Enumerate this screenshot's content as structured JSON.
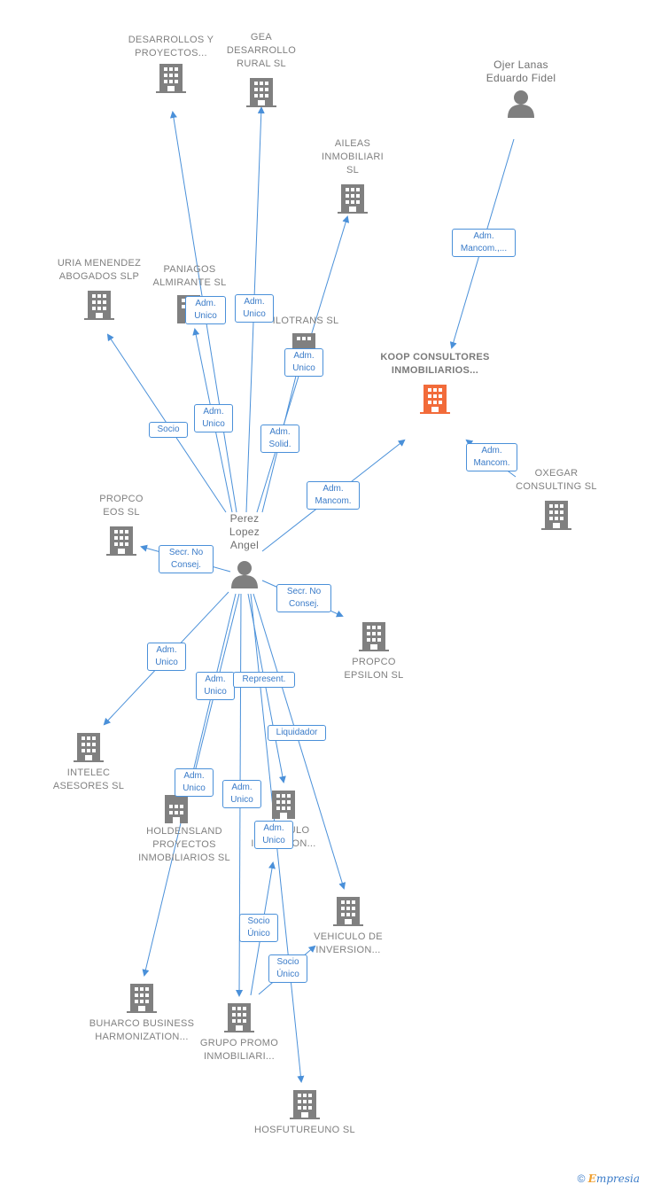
{
  "colors": {
    "edge": "#4a90d9",
    "building": "#808080",
    "highlight": "#f26b3a",
    "person": "#7f7f7f"
  },
  "nodes": {
    "desarrollos": "DESARROLLOS Y PROYECTOS...",
    "gea": "GEA DESARROLLO RURAL SL",
    "aileas": "AILEAS INMOBILIARI SL",
    "ojer": "Ojer Lanas Eduardo Fidel",
    "uria": "URIA MENENDEZ ABOGADOS SLP",
    "paniagos": "PANIAGOS ALMIRANTE SL",
    "ilotrans": "ILOTRANS SL",
    "koop": "KOOP CONSULTORES INMOBILIARIOS...",
    "oxegar": "OXEGAR CONSULTING SL",
    "propco_eos": "PROPCO EOS SL",
    "perez": "Perez Lopez Angel",
    "propco_epsilon": "PROPCO EPSILON SL",
    "intelec": "INTELEC ASESORES SL",
    "holdensland": "HOLDENSLAND PROYECTOS INMOBILIARIOS SL",
    "vehiculo1": "VEHICULO INVERSION...",
    "vehiculo2": "VEHICULO DE INVERSION...",
    "buharco": "BUHARCO BUSINESS HARMONIZATION...",
    "grupo": "GRUPO PROMO INMOBILIARI...",
    "hosfuture": "HOSFUTUREUNO SL"
  },
  "badges": {
    "adm_mancom_ojer": "Adm. Mancom.,...",
    "adm_unico_paniagos": "Adm. Unico",
    "adm_unico_gea": "Adm. Unico",
    "adm_unico_ilotrans": "Adm. Unico",
    "socio_uria": "Socio",
    "adm_unico_desarrollos": "Adm. Unico",
    "adm_solid_aileas": "Adm. Solid.",
    "adm_mancom_koop": "Adm. Mancom.",
    "adm_mancom_oxegar": "Adm. Mancom.",
    "secr_eos": "Secr. No Consej.",
    "secr_epsilon": "Secr. No Consej.",
    "adm_unico_intelec": "Adm. Unico",
    "adm_unico_buharco": "Adm. Unico",
    "represent": "Represent.",
    "liquidador": "Liquidador",
    "adm_unico_holdensland": "Adm. Unico",
    "adm_unico_grupo": "Adm. Unico",
    "adm_unico_vehiculo1": "Adm. Unico",
    "socio_unico_1": "Socio Único",
    "socio_unico_2": "Socio Único"
  },
  "footer": {
    "copyright": "©",
    "brand_initial": "E",
    "brand_rest": "mpresia"
  }
}
